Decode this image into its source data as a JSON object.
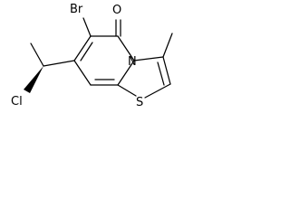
{
  "molecule": {
    "atom_labels": {
      "bromine": "Br",
      "oxygen": "O",
      "nitrogen": "N",
      "chlorine": "Cl",
      "sulfur": "S"
    },
    "stereo_bond": "wedge"
  },
  "colors": {
    "bond": "#000000",
    "label": "#000000",
    "background": "#ffffff"
  }
}
